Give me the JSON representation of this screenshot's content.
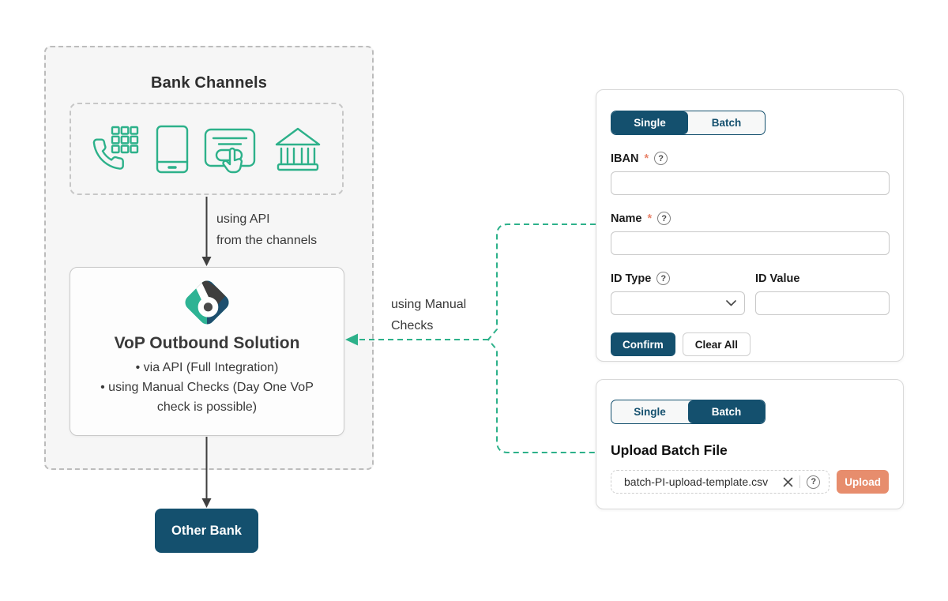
{
  "colors": {
    "accent_green": "#2DB18A",
    "navy": "#14506E",
    "coral": "#E78D6D",
    "required_marker_color": "#E8846B"
  },
  "diagram": {
    "bank_channels_title": "Bank Channels",
    "channel_icons": [
      "phone-keypad-icon",
      "smartphone-icon",
      "online-banking-click-icon",
      "bank-building-icon"
    ],
    "api_label_lines": [
      "using API",
      "from the channels"
    ],
    "vop": {
      "title": "VoP Outbound Solution",
      "bullets": [
        "via API (Full Integration)",
        "using Manual Checks (Day One VoP check is possible)"
      ]
    },
    "manual_checks_lines": [
      "using Manual",
      "Checks"
    ],
    "other_bank_label": "Other Bank"
  },
  "single_panel": {
    "tabs": {
      "single": "Single",
      "batch": "Batch"
    },
    "active_tab": "Single",
    "required_marker": "*",
    "help_glyph": "?",
    "iban_label": "IBAN",
    "iban_value": "",
    "name_label": "Name",
    "name_value": "",
    "id_type_label": "ID Type",
    "id_type_value": "",
    "id_value_label": "ID Value",
    "id_value_value": "",
    "confirm_label": "Confirm",
    "clear_all_label": "Clear All"
  },
  "batch_panel": {
    "tabs": {
      "single": "Single",
      "batch": "Batch"
    },
    "active_tab": "Batch",
    "heading": "Upload Batch File",
    "file_name": "batch-PI-upload-template.csv",
    "help_glyph": "?",
    "upload_label": "Upload"
  }
}
